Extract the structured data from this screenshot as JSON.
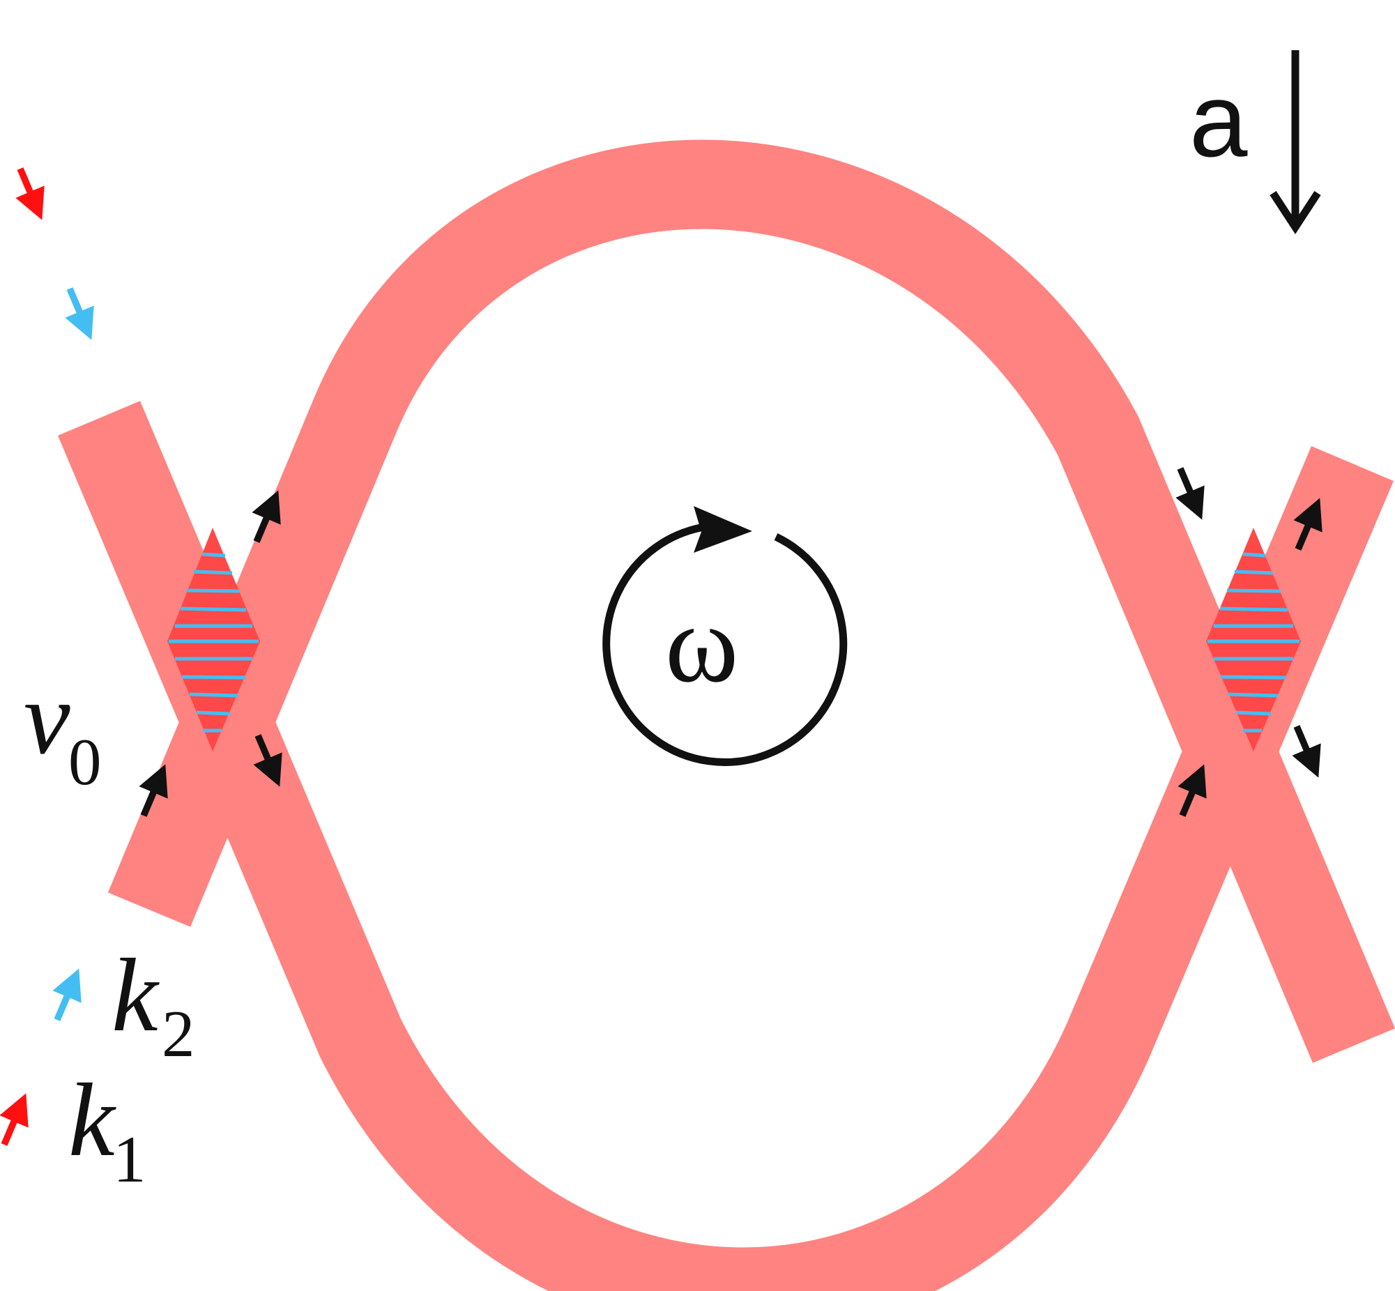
{
  "labels": {
    "acceleration": "a",
    "omega": "ω",
    "v": "v",
    "v_sub": "0",
    "k": "k",
    "k2_sub": "2",
    "k1_sub": "1"
  },
  "colors": {
    "waveguide": "#ff8380",
    "overlap": "#ff4848",
    "fringe": "#44bef2",
    "beam_k1": "#ff1010",
    "beam_k2": "#44bef2",
    "arrow": "#111111"
  },
  "icons": {
    "acceleration_arrow": "down-arrow-icon",
    "rotation": "circular-arrow-icon"
  }
}
